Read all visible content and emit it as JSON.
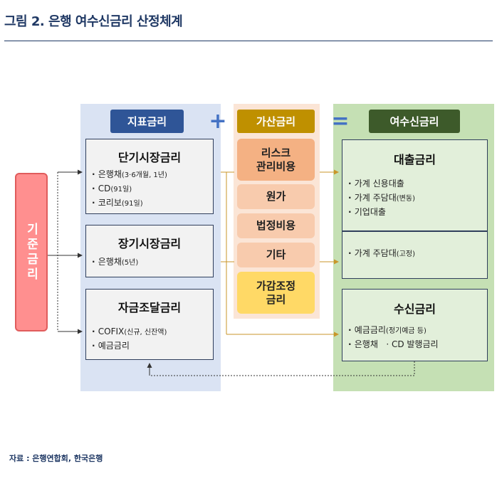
{
  "title": "그림 2. 은행 여수신금리 산정체계",
  "source": "자료 : 은행연합회, 한국은행",
  "base_rate": "기준금리",
  "headers": {
    "index_rate": "지표금리",
    "plus": "+",
    "spread": "가산금리",
    "equals": "=",
    "bank_rate": "여수신금리"
  },
  "index_rates": {
    "short_term": {
      "title": "단기시장금리",
      "items": [
        {
          "main": "은행채",
          "note": "(3·6개월, 1년)"
        },
        {
          "main": "CD",
          "note": "(91일)"
        },
        {
          "main": "코리보",
          "note": "(91일)"
        }
      ]
    },
    "long_term": {
      "title": "장기시장금리",
      "items": [
        {
          "main": "은행채",
          "note": "(5년)"
        }
      ]
    },
    "funding": {
      "title": "자금조달금리",
      "items": [
        {
          "main": "COFIX",
          "note": "(신규, 신잔액)"
        },
        {
          "main": "예금금리",
          "note": ""
        }
      ]
    }
  },
  "spread_items": [
    {
      "line1": "리스크",
      "line2": "관리비용"
    },
    {
      "line1": "원가",
      "line2": ""
    },
    {
      "line1": "법정비용",
      "line2": ""
    },
    {
      "line1": "기타",
      "line2": ""
    },
    {
      "line1": "가감조정",
      "line2": "금리"
    }
  ],
  "bank_rates": {
    "loan": {
      "title": "대출금리",
      "items": [
        {
          "main": "가계 신용대출",
          "note": ""
        },
        {
          "main": "가계 주담대",
          "note": "(변동)"
        },
        {
          "main": "기업대출",
          "note": ""
        }
      ],
      "fixed_items": [
        {
          "main": "가계 주담대",
          "note": "(고정)"
        }
      ]
    },
    "deposit": {
      "title": "수신금리",
      "items": [
        {
          "main": "예금금리",
          "note": "(정기예금 등)"
        }
      ],
      "inline_items": [
        "은행채",
        "· CD 발행금리"
      ]
    }
  },
  "colors": {
    "navy": "#1f3864",
    "arrow_orange": "#c9962a",
    "arrow_gray": "#555555"
  }
}
